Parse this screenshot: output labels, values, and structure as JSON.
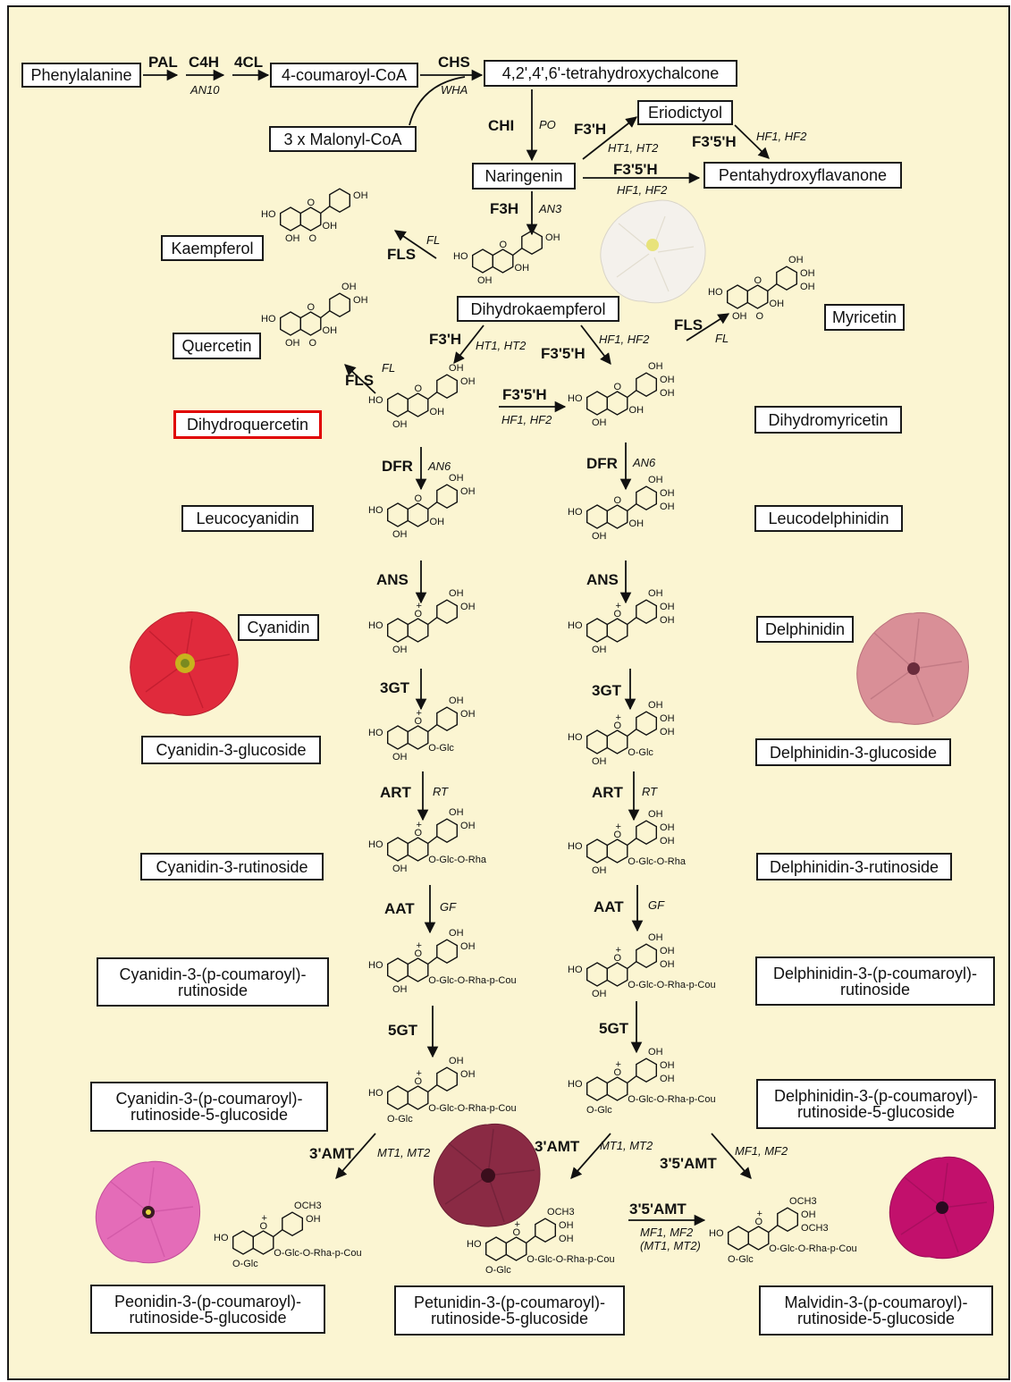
{
  "boxes": {
    "phenylalanine": "Phenylalanine",
    "coumaroyl_coa": "4-coumaroyl-CoA",
    "chalcone": "4,2',4',6'-tetrahydroxychalcone",
    "malonyl": "3 x Malonyl-CoA",
    "eriodictyol": "Eriodictyol",
    "naringenin": "Naringenin",
    "pentahydroxyflavanone": "Pentahydroxyflavanone",
    "kaempferol": "Kaempferol",
    "dihydrokaempferol": "Dihydrokaempferol",
    "myricetin": "Myricetin",
    "quercetin": "Quercetin",
    "dihydroquercetin": "Dihydroquercetin",
    "dihydromyricetin": "Dihydromyricetin",
    "leucocyanidin": "Leucocyanidin",
    "leucodelphinidin": "Leucodelphinidin",
    "cyanidin": "Cyanidin",
    "delphinidin": "Delphinidin",
    "cyanidin_3_glucoside": "Cyanidin-3-glucoside",
    "delphinidin_3_glucoside": "Delphinidin-3-glucoside",
    "cyanidin_3_rutinoside": "Cyanidin-3-rutinoside",
    "delphinidin_3_rutinoside": "Delphinidin-3-rutinoside",
    "cyanidin_coum_1": "Cyanidin-3-(p-coumaroyl)-",
    "cyanidin_coum_2": "rutinoside",
    "delphinidin_coum_1": "Delphinidin-3-(p-coumaroyl)-",
    "delphinidin_coum_2": "rutinoside",
    "cyanidin_coum_glc_1": "Cyanidin-3-(p-coumaroyl)-",
    "cyanidin_coum_glc_2": "rutinoside-5-glucoside",
    "delphinidin_coum_glc_1": "Delphinidin-3-(p-coumaroyl)-",
    "delphinidin_coum_glc_2": "rutinoside-5-glucoside",
    "peonidin_1": "Peonidin-3-(p-coumaroyl)-",
    "peonidin_2": "rutinoside-5-glucoside",
    "petunidin_1": "Petunidin-3-(p-coumaroyl)-",
    "petunidin_2": "rutinoside-5-glucoside",
    "malvidin_1": "Malvidin-3-(p-coumaroyl)-",
    "malvidin_2": "rutinoside-5-glucoside"
  },
  "enzymes": {
    "pal": "PAL",
    "c4h": "C4H",
    "fourcl": "4CL",
    "chs": "CHS",
    "chi": "CHI",
    "f3h_top": "F3'H",
    "f35h_top": "F3'5'H",
    "f35h_mid": "F3'5'H",
    "f3h": "F3H",
    "fls_k": "FLS",
    "fls_m": "FLS",
    "fls_q": "FLS",
    "f3h_left": "F3'H",
    "f35h_right": "F3'5'H",
    "f35h_cross": "F3'5'H",
    "dfr_l": "DFR",
    "dfr_r": "DFR",
    "ans_l": "ANS",
    "ans_r": "ANS",
    "gt3_l": "3GT",
    "gt3_r": "3GT",
    "art_l": "ART",
    "art_r": "ART",
    "aat_l": "AAT",
    "aat_r": "AAT",
    "gt5_l": "5GT",
    "gt5_r": "5GT",
    "amt_l": "3'AMT",
    "amt_m": "3'AMT",
    "amt35_r": "3'5'AMT",
    "amt35_h": "3'5'AMT"
  },
  "genes": {
    "an10": "AN10",
    "wha": "WHA",
    "po": "PO",
    "ht_top": "HT1, HT2",
    "hf_top": "HF1, HF2",
    "hf_mid": "HF1, HF2",
    "an3": "AN3",
    "fl_k": "FL",
    "fl_m": "FL",
    "fl_q": "FL",
    "ht_left": "HT1, HT2",
    "hf_right": "HF1, HF2",
    "hf_cross": "HF1, HF2",
    "an6_l": "AN6",
    "an6_r": "AN6",
    "rt_l": "RT",
    "rt_r": "RT",
    "gf_l": "GF",
    "gf_r": "GF",
    "mt_l": "MT1, MT2",
    "mt_m": "MT1, MT2",
    "mf_r": "MF1, MF2",
    "mf_h1": "MF1, MF2",
    "mf_h2": "(MT1, MT2)"
  },
  "struct_labels": {
    "oh": "OH",
    "ho": "HO",
    "o": "O",
    "och3": "OCH3",
    "o_glc": "O-Glc",
    "o_glc_o_rha": "O-Glc-O-Rha",
    "o_glc_o_rha_p_cou": "O-Glc-O-Rha-p-Cou",
    "plus": "+"
  },
  "colors": {
    "background": "#fbf5d2",
    "highlight": "#e00000",
    "flower_white": "#f4f1ec",
    "flower_red": "#e02a3c",
    "flower_pale_pink": "#d98f97",
    "flower_pink": "#e46cb8",
    "flower_burgundy": "#8a2a44",
    "flower_magenta": "#c2106c"
  }
}
